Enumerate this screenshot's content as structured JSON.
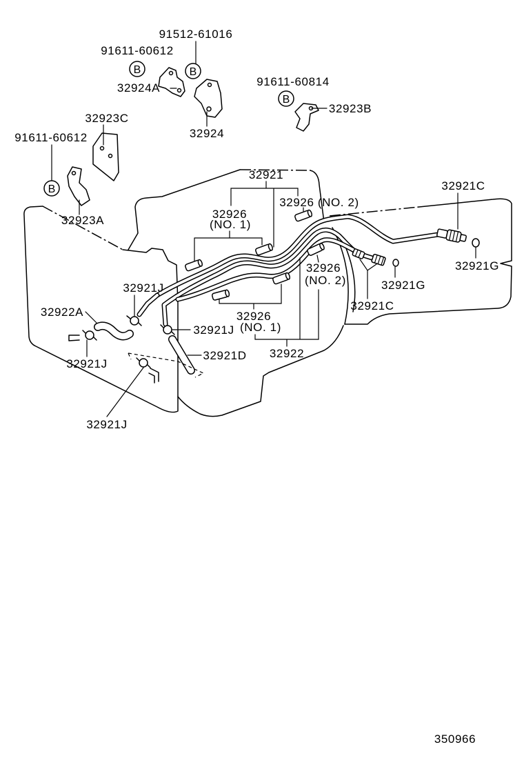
{
  "callouts": {
    "c_91512_61016": "91512-61016",
    "c_91611_60612_top": "91611-60612",
    "c_32924A": "32924A",
    "c_91611_60814": "91611-60814",
    "c_32923B": "32923B",
    "c_32923C": "32923C",
    "c_32924": "32924",
    "c_91611_60612_left": "91611-60612",
    "c_32923A": "32923A",
    "c_32921": "32921",
    "c_32921C_right": "32921C",
    "c_32926_no2_top": "32926 (NO. 2)",
    "c_32926_no1_top": "32926",
    "c_no1_top": "(NO. 1)",
    "c_32921G_right": "32921G",
    "c_32926_no2_mid": "32926",
    "c_no2_mid": "(NO. 2)",
    "c_32921G_mid": "32921G",
    "c_32921J_upper": "32921J",
    "c_32921C_mid": "32921C",
    "c_32922A": "32922A",
    "c_32926_no1_low": "32926",
    "c_no1_low": "(NO. 1)",
    "c_32921J_mid": "32921J",
    "c_32922": "32922",
    "c_32921D": "32921D",
    "c_32921J_left": "32921J",
    "c_32921J_bottom": "32921J"
  },
  "bolt_marker": "B",
  "illustration_number": "350966",
  "colors": {
    "line": "#000000",
    "background": "#ffffff"
  }
}
